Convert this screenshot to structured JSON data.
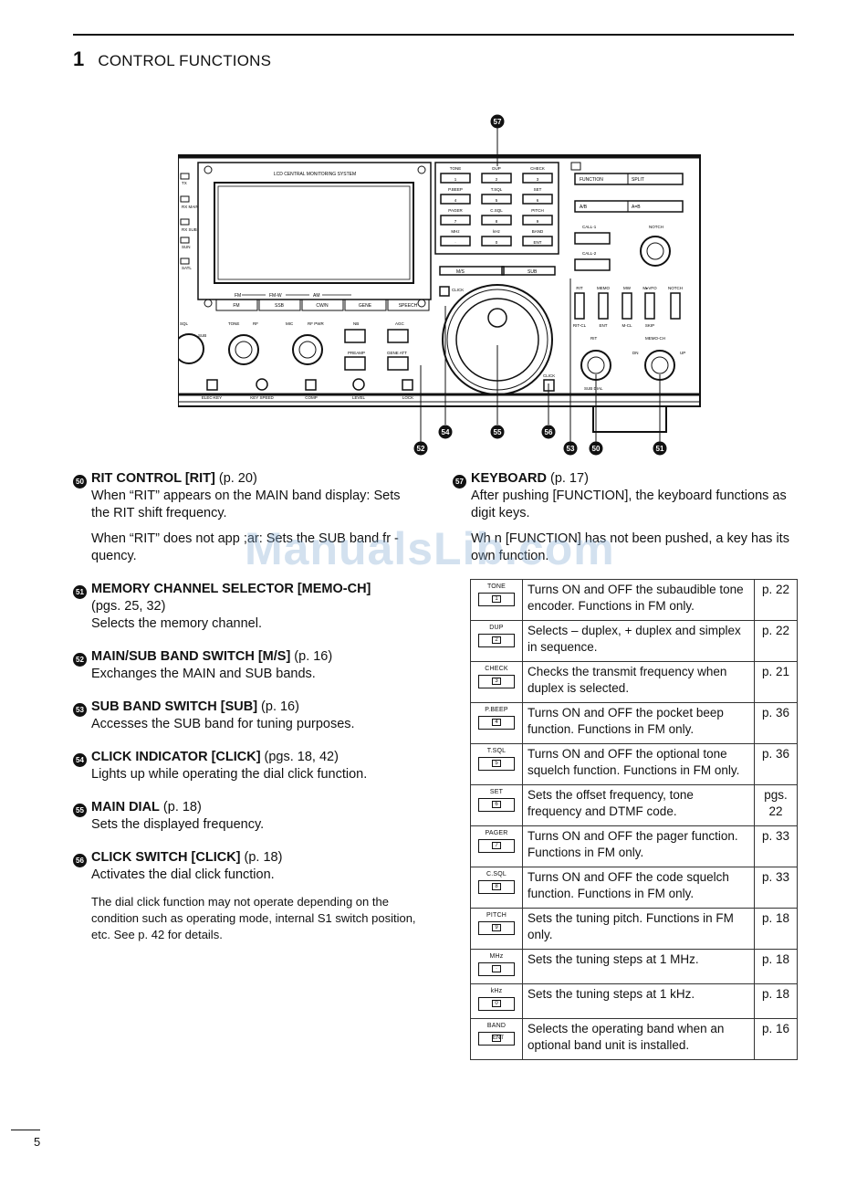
{
  "header": {
    "chapter_number": "1",
    "chapter_title": "CONTROL FUNCTIONS"
  },
  "diagram": {
    "lcd_label": "LCD CENTRAL MONITORING SYSTEM",
    "left_labels": [
      "TX",
      "RX MAIN",
      "RX SUB",
      "SUN",
      "SATL"
    ],
    "mode_labels_top": [
      "FM",
      "FM-W",
      "AM"
    ],
    "mode_buttons": [
      "FM",
      "SSB",
      "CW/N",
      "GENE",
      "SPEECH"
    ],
    "knob_labels": [
      "SQL",
      "TONE",
      "RF",
      "MIC",
      "RF PWR",
      "NB",
      "AGC",
      "PREAMP",
      "GENE ATT"
    ],
    "sub_label": "SUB",
    "bottom_buttons": [
      "ELEC-KEY",
      "KEY SPEED",
      "COMP",
      "LEVEL",
      "LOCK"
    ],
    "keypad_labels": [
      "TONE",
      "DUP",
      "CHECK",
      "P.BEEP",
      "T.SQL",
      "SET",
      "PAGER",
      "C.SQL",
      "PITCH",
      "MHz",
      "kHz",
      "BAND"
    ],
    "keypad_keys": [
      "1",
      "2",
      "3",
      "4",
      "5",
      "6",
      "7",
      "8",
      "9",
      "·",
      "0",
      "ENT"
    ],
    "ms_label": "M/S",
    "sub_band_label": "SUB",
    "click_label": "CLICK",
    "function_label": "FUNCTION",
    "split_label": "SPLIT",
    "ab_label": "A/B",
    "aeqb_label": "A=B",
    "call1_label": "CALL-1",
    "call2_label": "CALL-2",
    "notch_label": "NOTCH",
    "row_buttons": [
      "RIT",
      "MEMO",
      "MW",
      "M▸VFO",
      "NOTCH"
    ],
    "row_sublabels": [
      "RIT-CL",
      "ENT",
      "M-CL",
      "SKIP"
    ],
    "rit_label": "RIT",
    "memo_ch_label": "MEMO-CH",
    "dn_label": "DN",
    "up_label": "UP",
    "sub_dial_label": "SUB DIAL",
    "markers": [
      "57",
      "54",
      "55",
      "56",
      "52",
      "53",
      "50",
      "51"
    ]
  },
  "left_column": [
    {
      "num": "50",
      "title": "RIT CONTROL [RIT]",
      "page": "(p. 20)",
      "body": [
        "When “RIT” appears on the MAIN band display: Sets the RIT shift frequency.",
        "When “RIT” does not app ;ar: Sets the SUB band fr - quency."
      ]
    },
    {
      "num": "51",
      "title": "MEMORY CHANNEL SELECTOR [MEMO-CH]",
      "page": "(pgs. 25, 32)",
      "body": [
        "Selects the memory channel."
      ]
    },
    {
      "num": "52",
      "title": "MAIN/SUB BAND SWITCH [M/S]",
      "page": "(p. 16)",
      "body": [
        "Exchanges the MAIN and SUB bands."
      ]
    },
    {
      "num": "53",
      "title": "SUB BAND SWITCH [SUB]",
      "page": "(p. 16)",
      "body": [
        "Accesses the SUB band for tuning purposes."
      ]
    },
    {
      "num": "54",
      "title": "CLICK INDICATOR [CLICK]",
      "page": "(pgs. 18, 42)",
      "body": [
        "Lights up while operating the dial click function."
      ]
    },
    {
      "num": "55",
      "title": "MAIN DIAL",
      "page": "(p. 18)",
      "body": [
        "Sets the displayed frequency."
      ]
    },
    {
      "num": "56",
      "title": "CLICK SWITCH [CLICK]",
      "page": "(p. 18)",
      "body": [
        "Activates the dial click function."
      ]
    }
  ],
  "left_note": "The dial click function may not operate depending on the condition such as operating mode, internal S1 switch position, etc. See p. 42 for details.",
  "right_column": {
    "num": "57",
    "title": "KEYBOARD",
    "page": "(p. 17)",
    "body": [
      "After pushing [FUNCTION], the keyboard functions as digit keys.",
      "Wh n [FUNCTION] has not been pushed, a key has its own function."
    ]
  },
  "keyboard_table": [
    {
      "label": "TONE",
      "key": "1",
      "desc": "Turns ON and OFF the subaudible tone encoder. Functions in FM only.",
      "page": "p. 22"
    },
    {
      "label": "DUP",
      "key": "2",
      "desc": "Selects – duplex, + duplex and simplex in sequence.",
      "page": "p. 22"
    },
    {
      "label": "CHECK",
      "key": "3",
      "desc": "Checks the transmit frequency when duplex is selected.",
      "page": "p. 21"
    },
    {
      "label": "P.BEEP",
      "key": "4",
      "desc": "Turns ON and OFF the pocket beep function. Functions in FM only.",
      "page": "p. 36"
    },
    {
      "label": "T.SQL",
      "key": "5",
      "desc": "Turns ON and OFF the optional tone squelch function. Functions in FM only.",
      "page": "p. 36"
    },
    {
      "label": "SET",
      "key": "6",
      "desc": "Sets the offset frequency, tone frequency and DTMF code.",
      "page": "pgs. 22"
    },
    {
      "label": "PAGER",
      "key": "7",
      "desc": "Turns ON and OFF the pager function. Functions in FM only.",
      "page": "p. 33"
    },
    {
      "label": "C.SQL",
      "key": "8",
      "desc": "Turns ON and OFF the code squelch function. Functions in FM only.",
      "page": "p. 33"
    },
    {
      "label": "PITCH",
      "key": "9",
      "desc": "Sets the tuning pitch. Functions in FM only.",
      "page": "p. 18"
    },
    {
      "label": "MHz",
      "key": "·",
      "desc": "Sets the tuning steps at 1 MHz.",
      "page": "p. 18"
    },
    {
      "label": "kHz",
      "key": "0",
      "desc": "Sets the tuning steps at 1 kHz.",
      "page": "p. 18"
    },
    {
      "label": "BAND",
      "key": "ENT",
      "desc": "Selects the operating band when an optional band unit is installed.",
      "page": "p. 16"
    }
  ],
  "watermark": "ManualsLib.com",
  "page_number": "5"
}
